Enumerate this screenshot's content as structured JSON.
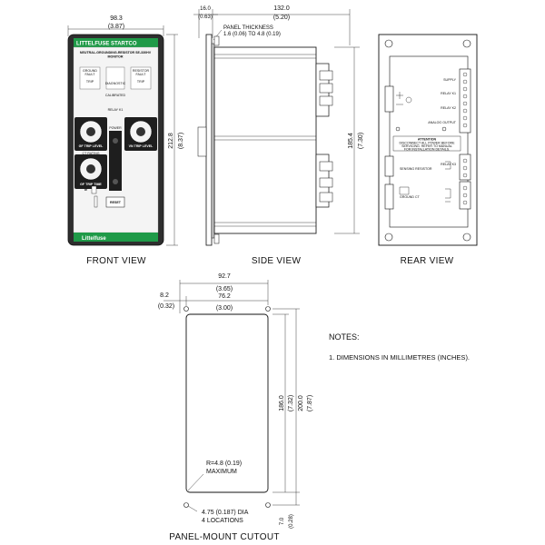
{
  "views": {
    "front": "FRONT VIEW",
    "side": "SIDE VIEW",
    "rear": "REAR VIEW",
    "cutout": "PANEL-MOUNT CUTOUT"
  },
  "front_panel": {
    "brand_header": "LITTELFUSE STARTCO",
    "model_line1": "NEUTRAL-GROUNDING-RESISTOR SE-330HV",
    "model_line2": "MONITOR",
    "box_ground_fault": [
      "GROUND",
      "FAULT"
    ],
    "box_resistor_fault": [
      "RESISTOR",
      "FAULT"
    ],
    "trip": "TRIP",
    "diagnostic": "DIAGNOSTIC",
    "calibrated": "CALIBRATED",
    "relay_k1": "RELAY K1",
    "power": "POWER",
    "gf_trip_level": "GF TRIP LEVEL",
    "ct_rating": "CT RATING",
    "vn_trip_level": "VN TRIP LEVEL",
    "gf_trip_time": "GF TRIP TIME",
    "reset": "RESET",
    "brand_footer": "Littelfuse",
    "brand_color": "#1f9a48",
    "panel_color": "#2e2e2e"
  },
  "dims": {
    "front_width_mm": "98.3",
    "front_width_in": "(3.87)",
    "front_height_mm": "212.8",
    "front_height_in": "(8.37)",
    "side_flange_mm": "16.0",
    "side_flange_in": "(0.63)",
    "side_depth_mm": "132.0",
    "side_depth_in": "(5.20)",
    "panel_thickness_line1": "PANEL THICKNESS",
    "panel_thickness_line2": "1.6 (0.06) TO 4.8 (0.19)",
    "side_height_mm": "185.4",
    "side_height_in": "(7.30)",
    "cut_outer_w_mm": "92.7",
    "cut_outer_w_in": "(3.65)",
    "cut_inner_w_mm": "76.2",
    "cut_inner_w_in": "(3.00)",
    "cut_offset_mm": "8.2",
    "cut_offset_in": "(0.32)",
    "cut_inner_h_mm": "186.0",
    "cut_inner_h_in": "(7.32)",
    "cut_outer_h_mm": "200.0",
    "cut_outer_h_in": "(7.87)",
    "cut_bottom_mm": "7.0",
    "cut_bottom_in": "(0.28)",
    "radius_line1": "R=4.8 (0.19)",
    "radius_line2": "MAXIMUM",
    "hole_line1": "4.75 (0.187) DIA",
    "hole_line2": "4 LOCATIONS"
  },
  "rear_panel": {
    "attention_title": "ATTENTION",
    "attention_lines": [
      "DISCONNECT ALL POWER BEFORE",
      "SERVICING. REFER TO MANUAL",
      "FOR INSTALLATION DETAILS."
    ],
    "terminal_labels": [
      "SUPPLY",
      "RELAY K1",
      "RELAY K2",
      "RELAY K3",
      "ANALOG OUTPUT",
      "SENSING RESISTOR",
      "GROUND CT"
    ]
  },
  "notes": {
    "title": "NOTES:",
    "item1": "1.  DIMENSIONS IN MILLIMETRES (INCHES)."
  }
}
